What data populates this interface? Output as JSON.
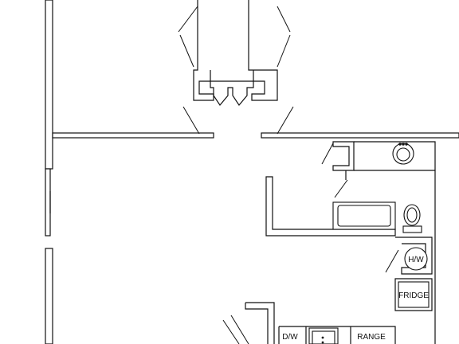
{
  "labels": {
    "water_heater": "H/W",
    "fridge": "FRIDGE",
    "dishwasher": "D/W",
    "range": "RANGE"
  },
  "icons": [
    "sink-icon",
    "toilet-icon",
    "bathtub-icon",
    "kitchen-sink-icon"
  ]
}
